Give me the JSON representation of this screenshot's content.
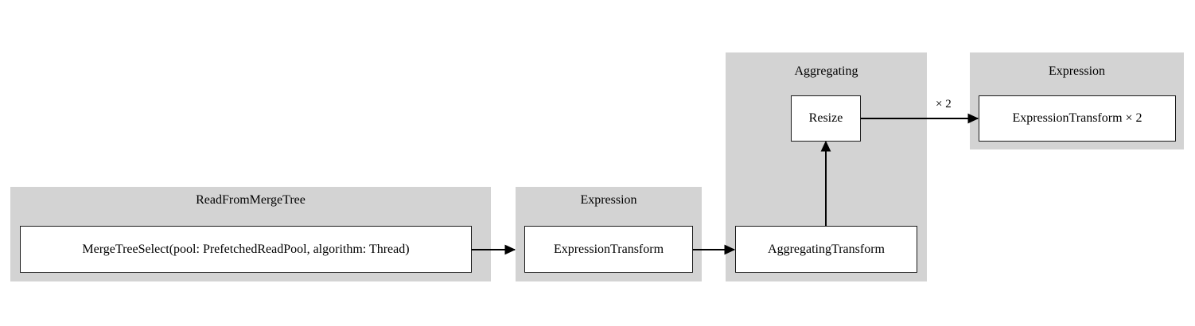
{
  "diagram": {
    "type": "query-pipeline-graph",
    "background": "#ffffff",
    "cluster_fill": "#d3d3d3",
    "node_fill": "#ffffff",
    "stroke": "#000000",
    "clusters": [
      {
        "id": "read-from-merge-tree",
        "title": "ReadFromMergeTree",
        "nodes": [
          {
            "id": "merge-tree-select",
            "label": "MergeTreeSelect(pool: PrefetchedReadPool, algorithm: Thread)"
          }
        ]
      },
      {
        "id": "expression-1",
        "title": "Expression",
        "nodes": [
          {
            "id": "expression-transform",
            "label": "ExpressionTransform"
          }
        ]
      },
      {
        "id": "aggregating",
        "title": "Aggregating",
        "nodes": [
          {
            "id": "resize",
            "label": "Resize"
          },
          {
            "id": "aggregating-transform",
            "label": "AggregatingTransform"
          }
        ]
      },
      {
        "id": "expression-2",
        "title": "Expression",
        "nodes": [
          {
            "id": "expression-transform-x2",
            "label": "ExpressionTransform × 2"
          }
        ]
      }
    ],
    "edges": [
      {
        "id": "edge-select-to-expression",
        "from": "merge-tree-select",
        "to": "expression-transform",
        "label": ""
      },
      {
        "id": "edge-expression-to-aggregating",
        "from": "expression-transform",
        "to": "aggregating-transform",
        "label": ""
      },
      {
        "id": "edge-aggregating-to-resize",
        "from": "aggregating-transform",
        "to": "resize",
        "label": ""
      },
      {
        "id": "edge-resize-to-expression2",
        "from": "resize",
        "to": "expression-transform-x2",
        "label": "× 2"
      }
    ]
  }
}
